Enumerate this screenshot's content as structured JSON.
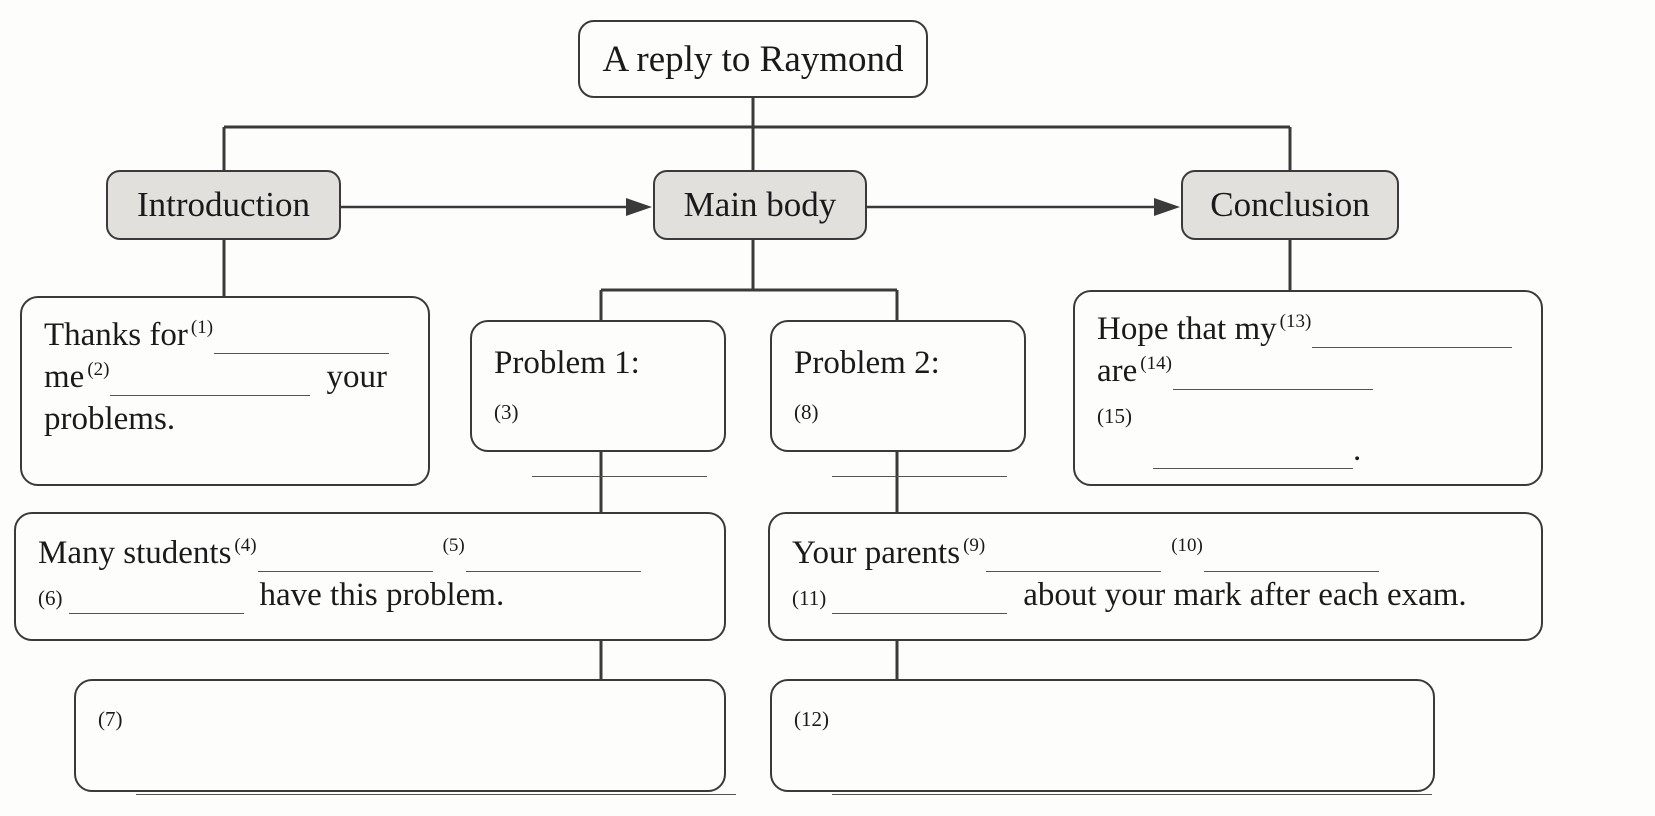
{
  "diagram": {
    "type": "tree-flowchart",
    "title_node": {
      "label": "A reply to Raymond"
    },
    "level2": [
      {
        "id": "introduction",
        "label": "Introduction",
        "shaded": true
      },
      {
        "id": "main-body",
        "label": "Main body",
        "shaded": true
      },
      {
        "id": "conclusion",
        "label": "Conclusion",
        "shaded": true
      }
    ],
    "arrows": [
      {
        "from": "Introduction",
        "to": "Main body"
      },
      {
        "from": "Main body",
        "to": "Conclusion"
      }
    ],
    "content_boxes": {
      "introduction_detail": {
        "line1_a": "Thanks for",
        "line1_num": "(1)",
        "line2_a": "me",
        "line2_num": "(2)",
        "line2_b": "your",
        "line3": "problems."
      },
      "problem1": {
        "heading": "Problem 1:",
        "num": "(3)"
      },
      "problem2": {
        "heading": "Problem 2:",
        "num": "(8)"
      },
      "conclusion_detail": {
        "line1_a": "Hope that my",
        "line1_num": "(13)",
        "line2_a": "are",
        "line2_num": "(14)",
        "line3_num": "(15)",
        "line3_end": "."
      },
      "many_students": {
        "line1_a": "Many students",
        "num4": "(4)",
        "num5": "(5)",
        "num6": "(6)",
        "line2_b": "have this problem."
      },
      "your_parents": {
        "line1_a": "Your parents",
        "num9": "(9)",
        "num10": "(10)",
        "num11": "(11)",
        "line2_b": "about your mark after each exam."
      },
      "blank_box_7": {
        "num": "(7)"
      },
      "blank_box_12": {
        "num": "(12)"
      }
    },
    "colors": {
      "line": "#3a3a3a",
      "shaded_fill": "#e2e0dc",
      "box_fill": "#fdfdfc",
      "text": "#1a1a1a",
      "blank_rule": "#555555"
    }
  }
}
